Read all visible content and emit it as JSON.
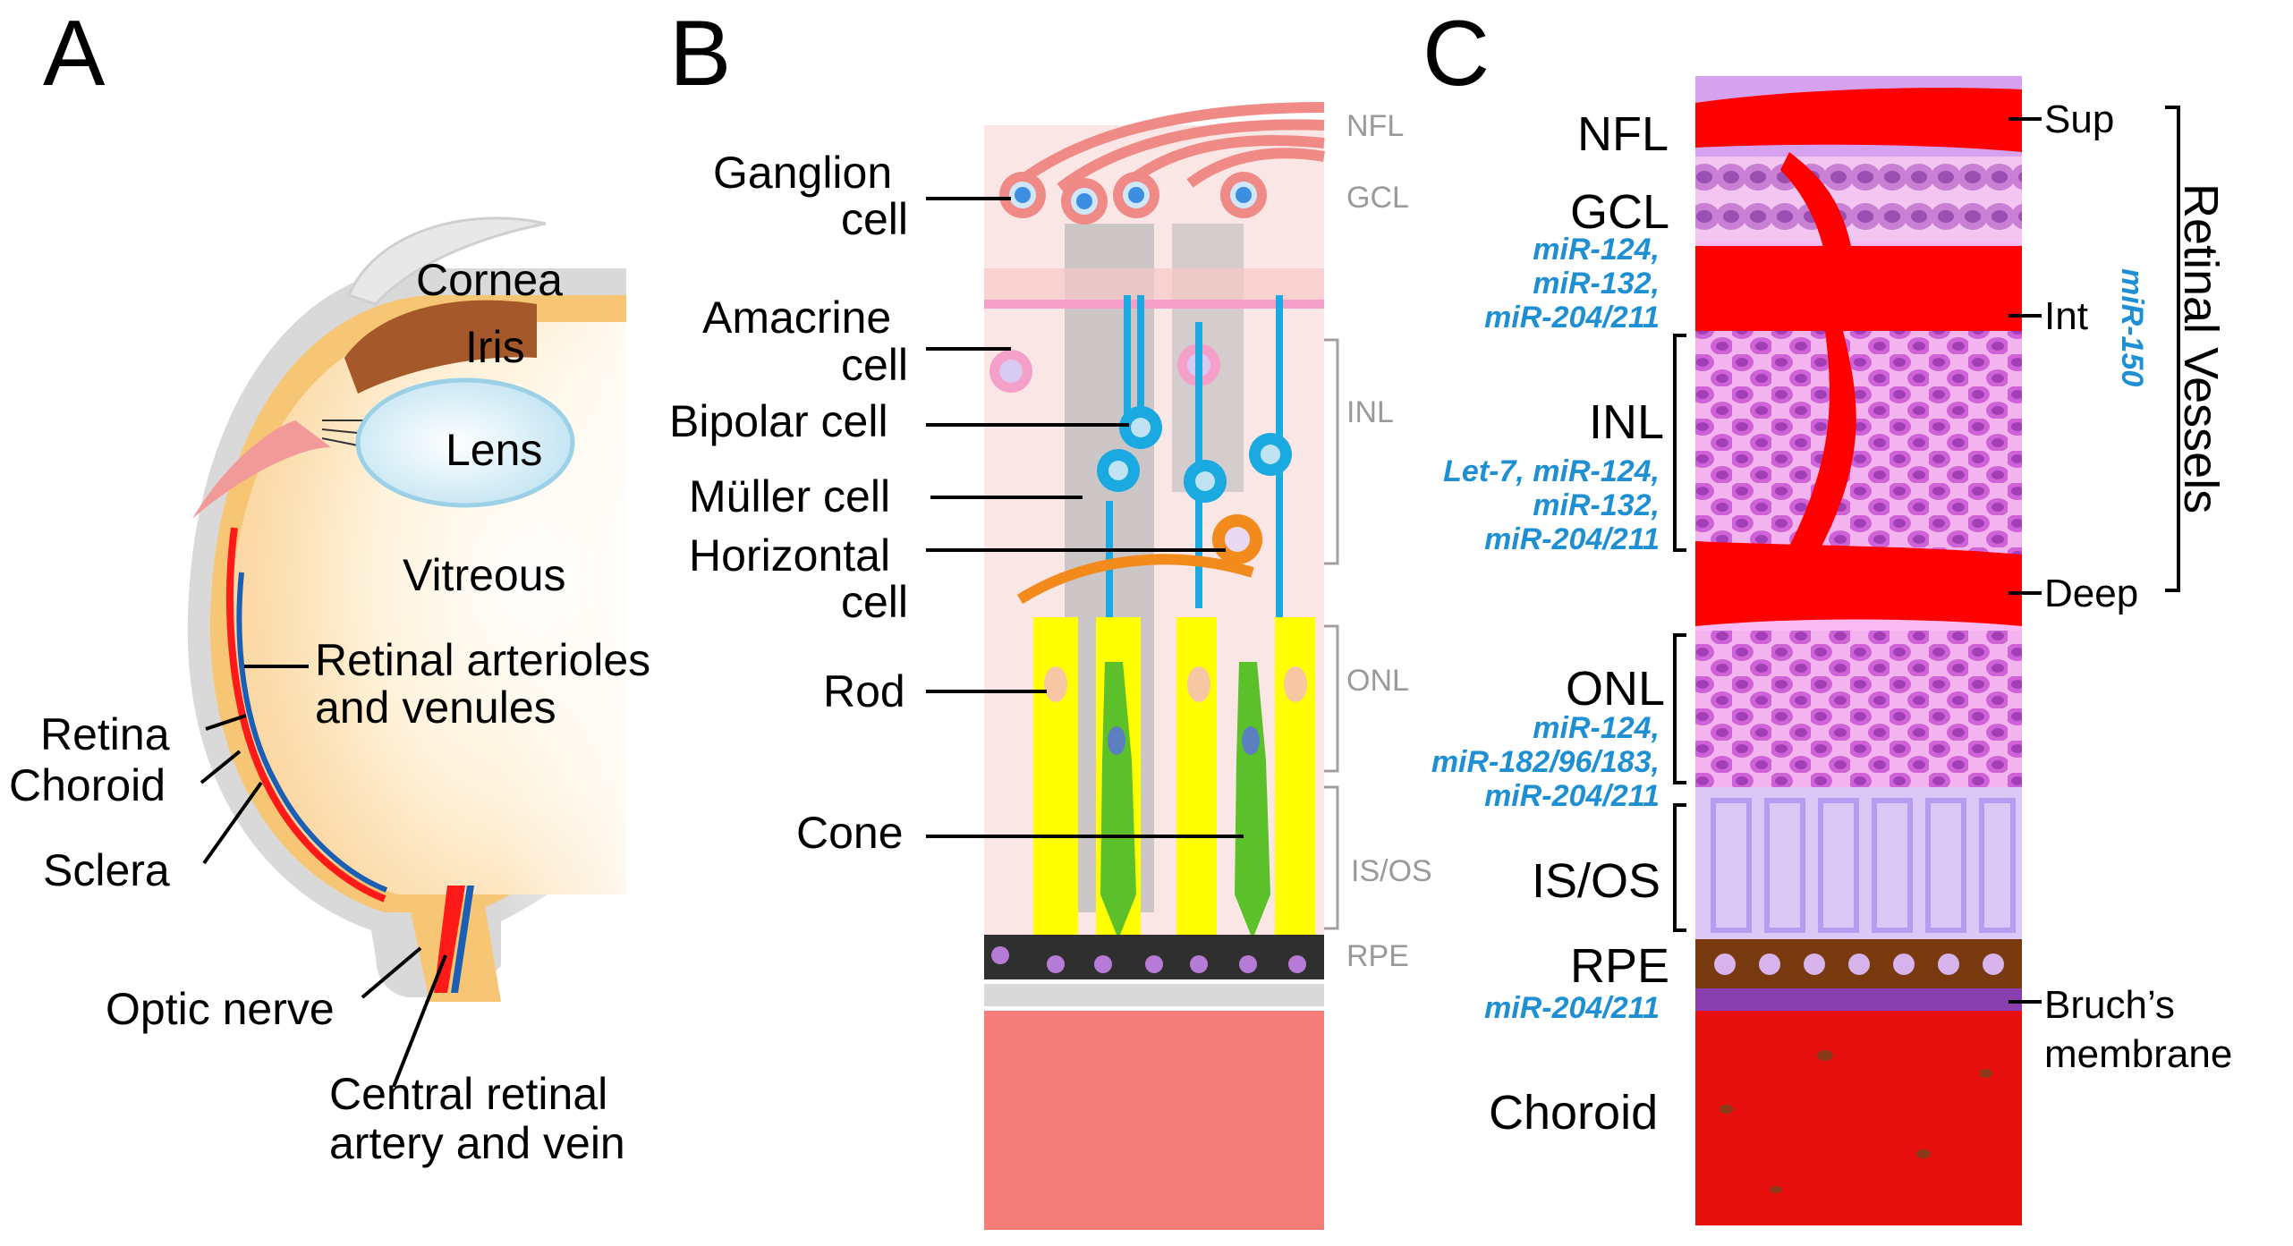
{
  "panels": {
    "a": {
      "letter": "A",
      "labels": {
        "cornea": "Cornea",
        "iris": "Iris",
        "lens": "Lens",
        "vitreous": "Vitreous",
        "retinal_vessels_l1": "Retinal arterioles",
        "retinal_vessels_l2": "and venules",
        "retina": "Retina",
        "choroid": "Choroid",
        "sclera": "Sclera",
        "optic_nerve": "Optic nerve",
        "central_l1": "Central retinal",
        "central_l2": "artery and vein"
      }
    },
    "b": {
      "letter": "B",
      "cells": {
        "ganglion_l1": "Ganglion",
        "ganglion_l2": "cell",
        "amacrine_l1": "Amacrine",
        "amacrine_l2": "cell",
        "bipolar": "Bipolar cell",
        "muller": "Müller cell",
        "horizontal_l1": "Horizontal",
        "horizontal_l2": "cell",
        "rod": "Rod",
        "cone": "Cone"
      },
      "layers": {
        "nfl": "NFL",
        "gcl": "GCL",
        "inl": "INL",
        "onl": "ONL",
        "isos": "IS/OS",
        "rpe": "RPE"
      }
    },
    "c": {
      "letter": "C",
      "layers": {
        "nfl": "NFL",
        "gcl": "GCL",
        "inl": "INL",
        "onl": "ONL",
        "isos": "IS/OS",
        "rpe": "RPE",
        "choroid": "Choroid"
      },
      "mirnas": {
        "gcl_l1": "miR-124,",
        "gcl_l2": "miR-132,",
        "gcl_l3": "miR-204/211",
        "inl_l1": "Let-7, miR-124,",
        "inl_l2": "miR-132,",
        "inl_l3": "miR-204/211",
        "onl_l1": "miR-124,",
        "onl_l2": "miR-182/96/183,",
        "onl_l3": "miR-204/211",
        "rpe_l1": "miR-204/211",
        "vessels": "miR-150"
      },
      "vessels": {
        "sup": "Sup",
        "int": "Int",
        "deep": "Deep",
        "title": "Retinal Vessels",
        "bruch_l1": "Bruch’s",
        "bruch_l2": "membrane"
      }
    }
  },
  "colors": {
    "mir_blue": "#1f8fd4",
    "vessel_red": "#ff0000",
    "ganglion_pink": "#f08a86",
    "bipolar_cyan": "#1aa9e0",
    "amacrine_pink": "#f4a0c8",
    "horizontal_orange": "#f38a1c",
    "rod_yellow": "#ffff00",
    "cone_green": "#5cc02a",
    "cell_purple": "#b04ad0",
    "rpe_brown": "#7a3a10"
  }
}
